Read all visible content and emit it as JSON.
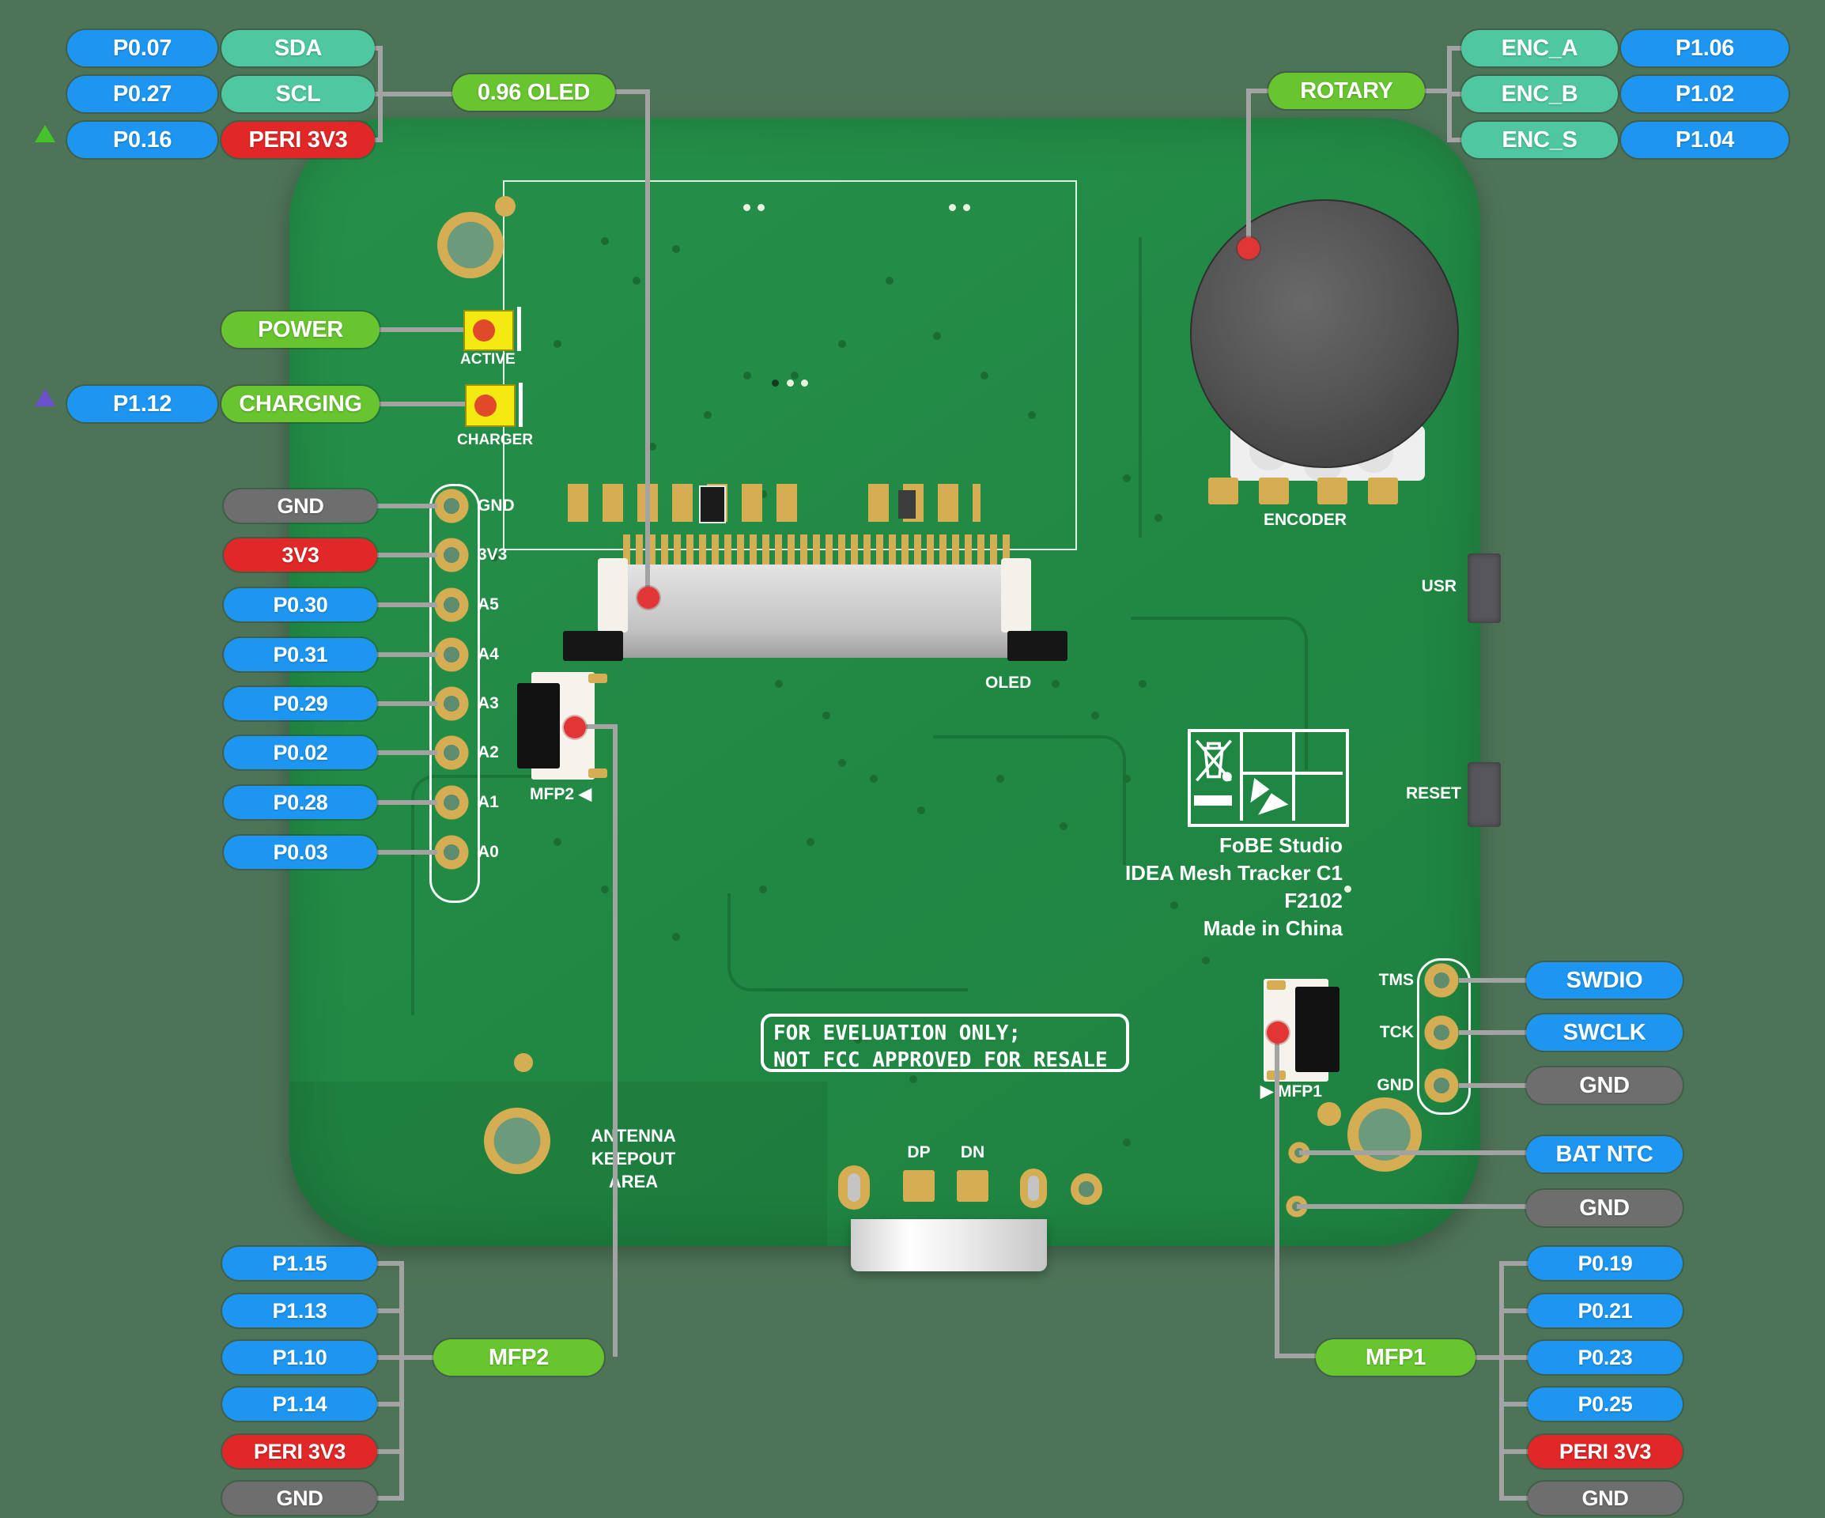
{
  "colors": {
    "bg-green": "#4e7457",
    "board-green": "#218a43",
    "pill-blue": "#1d96f2",
    "pill-teal": "#4fc7a0",
    "pill-red": "#e12727",
    "pill-green": "#68c52f",
    "pill-gray": "#6e6e6e",
    "line-gray": "#a3a3a3",
    "gold": "#d5ad52",
    "silk-white": "#ffffff",
    "led-yellow": "#f3ea11",
    "dot-red": "#e23636",
    "tri-green": "#45c32a",
    "tri-purple": "#6c51cc"
  },
  "pins": {
    "top_left": {
      "rows": [
        {
          "gpio": "P0.07",
          "func": "SDA"
        },
        {
          "gpio": "P0.27",
          "func": "SCL"
        },
        {
          "gpio": "P0.16",
          "func": "PERI 3V3"
        }
      ]
    },
    "oled_label": "0.96 OLED",
    "top_right": {
      "label": "ROTARY",
      "rows": [
        {
          "func": "ENC_A",
          "gpio": "P1.06"
        },
        {
          "func": "ENC_B",
          "gpio": "P1.02"
        },
        {
          "func": "ENC_S",
          "gpio": "P1.04"
        }
      ]
    },
    "power_label": "POWER",
    "charging": {
      "gpio": "P1.12",
      "label": "CHARGING"
    },
    "left_header": {
      "rows": [
        {
          "pill": "GND",
          "silk": "GND"
        },
        {
          "pill": "3V3",
          "silk": "3V3"
        },
        {
          "pill": "P0.30",
          "silk": "A5"
        },
        {
          "pill": "P0.31",
          "silk": "A4"
        },
        {
          "pill": "P0.29",
          "silk": "A3"
        },
        {
          "pill": "P0.02",
          "silk": "A2"
        },
        {
          "pill": "P0.28",
          "silk": "A1"
        },
        {
          "pill": "P0.03",
          "silk": "A0"
        }
      ]
    },
    "swd": {
      "rows": [
        {
          "silk": "TMS",
          "pill": "SWDIO"
        },
        {
          "silk": "TCK",
          "pill": "SWCLK"
        },
        {
          "silk": "GND",
          "pill": "GND"
        }
      ]
    },
    "battery": {
      "ntc": "BAT NTC",
      "gnd": "GND"
    },
    "bottom_left": {
      "label": "MFP2",
      "pills": [
        "P1.15",
        "P1.13",
        "P1.10",
        "P1.14",
        "PERI 3V3",
        "GND"
      ]
    },
    "bottom_right": {
      "label": "MFP1",
      "pills": [
        "P0.19",
        "P0.21",
        "P0.23",
        "P0.25",
        "PERI 3V3",
        "GND"
      ]
    }
  },
  "silk": {
    "active": "ACTIVE",
    "charger": "CHARGER",
    "encoder": "ENCODER",
    "oled": "OLED",
    "usr": "USR",
    "reset": "RESET",
    "dp": "DP",
    "dn": "DN",
    "mfp2": "MFP2 ◀",
    "mfp1": "▶ MFP1"
  },
  "board_info": {
    "lines": [
      "FoBE Studio",
      "IDEA Mesh Tracker C1",
      "F2102",
      "Made in China"
    ]
  },
  "warning": {
    "lines": [
      "FOR EVELUATION ONLY;",
      "NOT FCC APPROVED FOR RESALE"
    ]
  },
  "antenna": {
    "lines": [
      "ANTENNA",
      "KEEPOUT",
      "AREA"
    ]
  }
}
